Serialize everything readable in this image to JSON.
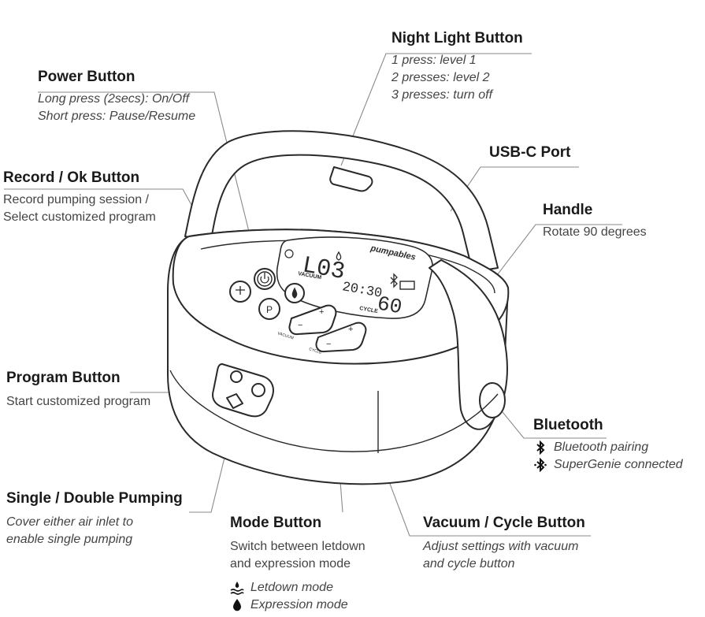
{
  "labels": {
    "night_light": {
      "title": "Night Light Button",
      "lines": [
        "1 press: level 1",
        "2 presses: level 2",
        "3 presses: turn off"
      ]
    },
    "power": {
      "title": "Power Button",
      "lines": [
        "Long press (2secs): On/Off",
        "Short press: Pause/Resume"
      ]
    },
    "usb": {
      "title": "USB-C Port"
    },
    "record": {
      "title": "Record / Ok Button",
      "lines": [
        "Record pumping session /",
        "Select customized program"
      ]
    },
    "handle": {
      "title": "Handle",
      "lines": [
        "Rotate 90 degrees"
      ]
    },
    "program": {
      "title": "Program Button",
      "lines": [
        "Start customized program"
      ]
    },
    "bluetooth": {
      "title": "Bluetooth",
      "items": [
        "Bluetooth pairing",
        "SuperGenie connected"
      ]
    },
    "single_double": {
      "title": "Single / Double Pumping",
      "lines": [
        "Cover either air inlet to",
        "enable single pumping"
      ]
    },
    "mode": {
      "title": "Mode Button",
      "lines": [
        "Switch between letdown",
        "and expression mode"
      ],
      "items": [
        "Letdown mode",
        "Expression mode"
      ]
    },
    "vacuum_cycle": {
      "title": "Vacuum / Cycle Button",
      "lines": [
        "Adjust settings with vacuum",
        "and cycle button"
      ]
    }
  },
  "device": {
    "brand": "pumpables",
    "display_level": "L03",
    "display_time": "20:30",
    "display_cycle": "60",
    "vacuum_label": "VACUUM",
    "cycle_label": "CYCLE",
    "plus_sign": "+",
    "minus_sign": "−",
    "program_glyph": "P"
  },
  "colors": {
    "line": "#2a2a2a",
    "leader": "#8a8a8a",
    "text": "#444444",
    "title": "#1a1a1a"
  }
}
